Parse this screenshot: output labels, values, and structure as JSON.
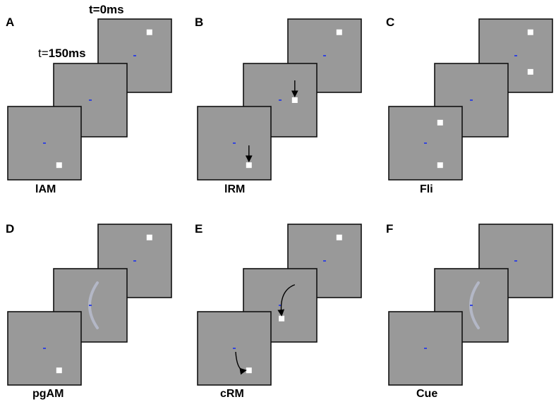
{
  "labels": {
    "time_top": "t=0ms",
    "time_mid_prefix": "t=",
    "time_mid_value": "150ms"
  },
  "colors": {
    "screen_fill": "#999999",
    "screen_stroke": "#111111",
    "stimulus": "#ffffff",
    "fixation": "#3344dd",
    "arrow": "#000000",
    "arc": "#b3b7c6"
  },
  "panels": [
    {
      "letter": "A",
      "caption": "lAM",
      "top": {
        "squares": [
          [
            0.7,
            0.18
          ]
        ]
      },
      "middle": {
        "squares": []
      },
      "bottom": {
        "squares": [
          [
            0.7,
            0.8
          ]
        ]
      }
    },
    {
      "letter": "B",
      "caption": "lRM",
      "top": {
        "squares": [
          [
            0.7,
            0.18
          ]
        ]
      },
      "middle": {
        "squares": [
          [
            0.7,
            0.5
          ]
        ],
        "arrow": "straight"
      },
      "bottom": {
        "squares": [
          [
            0.7,
            0.8
          ]
        ],
        "arrow": "straight"
      }
    },
    {
      "letter": "C",
      "caption": "Fli",
      "top": {
        "squares": [
          [
            0.7,
            0.18
          ],
          [
            0.7,
            0.72
          ]
        ]
      },
      "middle": {
        "squares": []
      },
      "bottom": {
        "squares": [
          [
            0.7,
            0.22
          ],
          [
            0.7,
            0.8
          ]
        ]
      }
    },
    {
      "letter": "D",
      "caption": "pgAM",
      "top": {
        "squares": [
          [
            0.7,
            0.18
          ]
        ]
      },
      "middle": {
        "squares": [],
        "arc": true
      },
      "bottom": {
        "squares": [
          [
            0.7,
            0.8
          ]
        ]
      }
    },
    {
      "letter": "E",
      "caption": "cRM",
      "top": {
        "squares": [
          [
            0.7,
            0.18
          ]
        ]
      },
      "middle": {
        "squares": [
          [
            0.52,
            0.68
          ]
        ],
        "arrow": "curved"
      },
      "bottom": {
        "squares": [
          [
            0.7,
            0.8
          ]
        ],
        "arrow": "curved"
      }
    },
    {
      "letter": "F",
      "caption": "Cue",
      "top": {
        "squares": []
      },
      "middle": {
        "squares": [],
        "arc": true
      },
      "bottom": {
        "squares": []
      }
    }
  ]
}
